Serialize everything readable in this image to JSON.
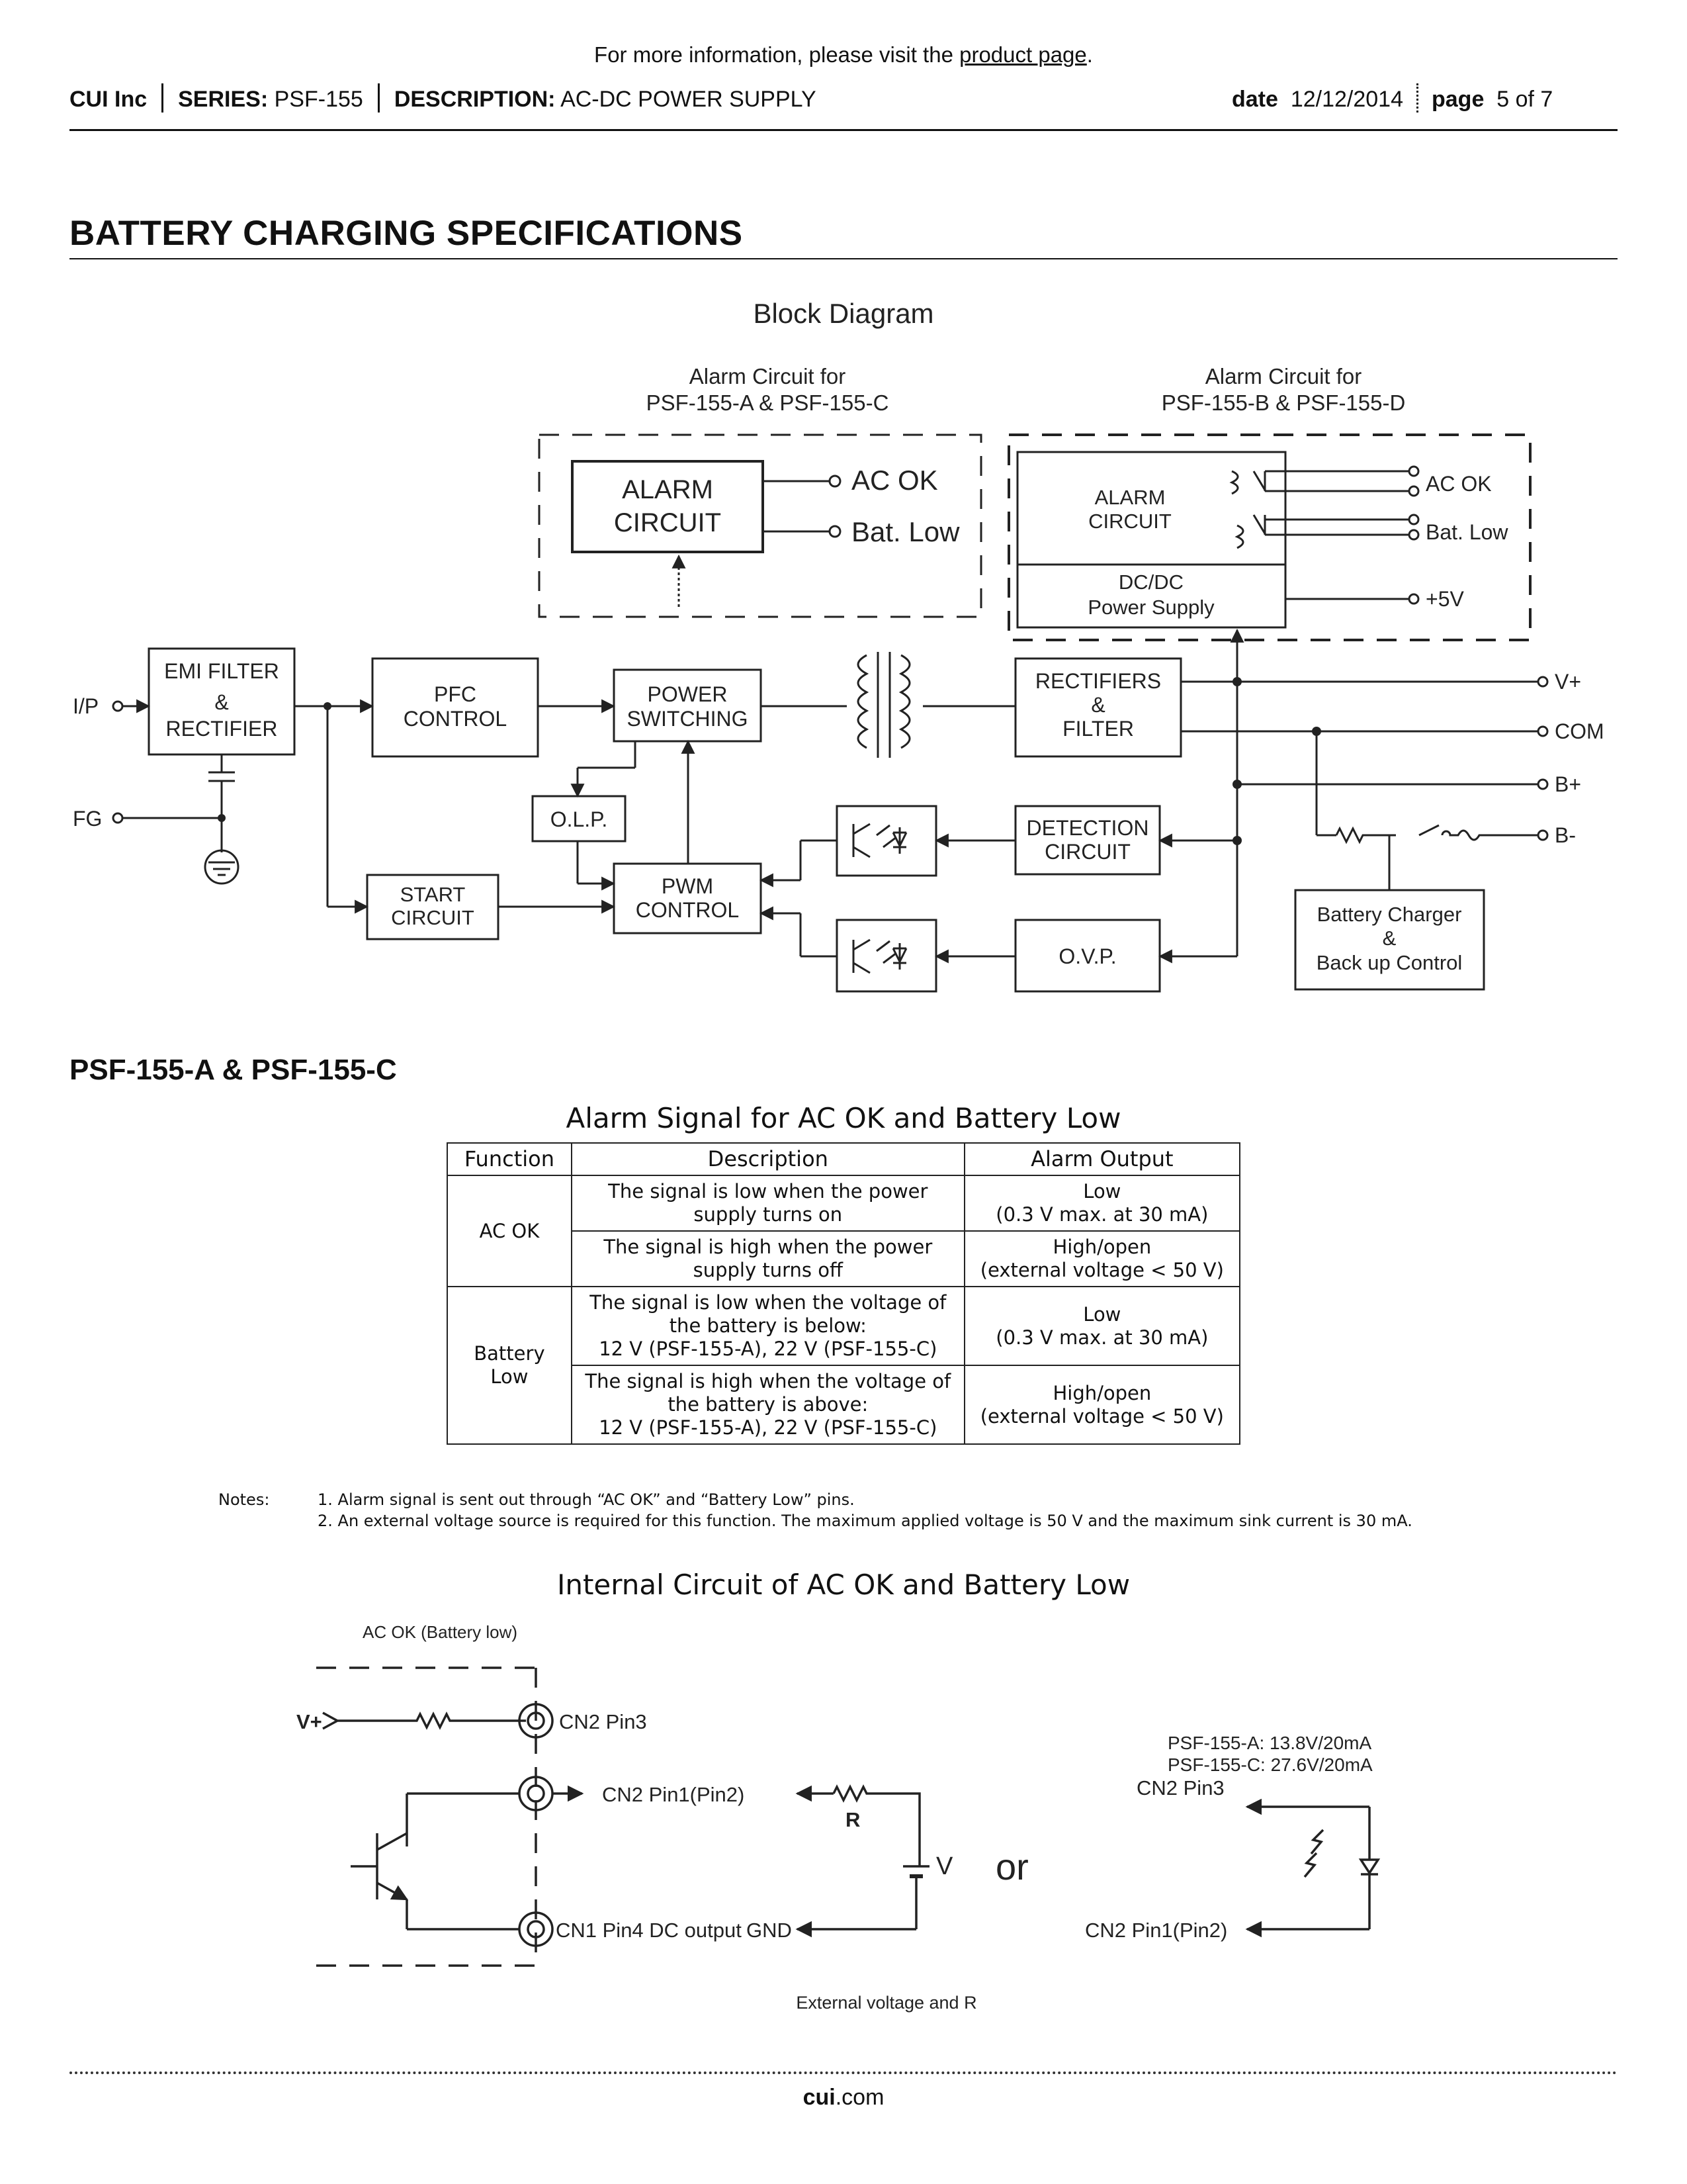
{
  "top_note": {
    "prefix": "For more information, please visit the ",
    "link": "product page",
    "suffix": "."
  },
  "header": {
    "company": "CUI Inc",
    "series_label": "SERIES:",
    "series": "PSF-155",
    "desc_label": "DESCRIPTION:",
    "desc": "AC-DC POWER SUPPLY",
    "date_label": "date",
    "date": "12/12/2014",
    "page_label": "page",
    "page": "5 of 7"
  },
  "section_title": "BATTERY CHARGING SPECIFICATIONS",
  "block_diagram": {
    "title": "Block Diagram",
    "alarm_ac_title_1": "Alarm Circuit for",
    "alarm_ac_title_2": "PSF-155-A & PSF-155-C",
    "alarm_bd_title_1": "Alarm Circuit for",
    "alarm_bd_title_2": "PSF-155-B & PSF-155-D",
    "alarm_circuit_1": "ALARM",
    "alarm_circuit_2": "CIRCUIT",
    "ac_ok": "AC OK",
    "bat_low": "Bat. Low",
    "dcdc_1": "DC/DC",
    "dcdc_2": "Power Supply",
    "plus5v": "+5V",
    "ip": "I/P",
    "fg": "FG",
    "emi_1": "EMI FILTER",
    "emi_2": "&",
    "emi_3": "RECTIFIER",
    "pfc_1": "PFC",
    "pfc_2": "CONTROL",
    "ps_1": "POWER",
    "ps_2": "SWITCHING",
    "rect_1": "RECTIFIERS",
    "rect_2": "&",
    "rect_3": "FILTER",
    "olp": "O.L.P.",
    "pwm_1": "PWM",
    "pwm_2": "CONTROL",
    "start_1": "START",
    "start_2": "CIRCUIT",
    "det_1": "DETECTION",
    "det_2": "CIRCUIT",
    "ovp": "O.V.P.",
    "vplus": "V+",
    "com": "COM",
    "bplus": "B+",
    "bminus": "B-",
    "charger_1": "Battery Charger",
    "charger_2": "&",
    "charger_3": "Back up Control"
  },
  "subhead": "PSF-155-A & PSF-155-C",
  "table": {
    "caption": "Alarm Signal for AC OK and Battery Low",
    "headers": [
      "Function",
      "Description",
      "Alarm Output"
    ],
    "groups": [
      {
        "function": "AC OK",
        "rows": [
          {
            "description": [
              "The signal is low when the power",
              "supply turns on"
            ],
            "output": [
              "Low",
              "(0.3 V max. at 30 mA)"
            ]
          },
          {
            "description": [
              "The signal is high when the power",
              "supply turns off"
            ],
            "output": [
              "High/open",
              "(external voltage < 50 V)"
            ]
          }
        ]
      },
      {
        "function": [
          "Battery",
          "Low"
        ],
        "rows": [
          {
            "description": [
              "The signal is low when the voltage of",
              "the battery is below:",
              "12 V (PSF-155-A), 22 V (PSF-155-C)"
            ],
            "output": [
              "Low",
              "(0.3 V max. at 30 mA)"
            ]
          },
          {
            "description": [
              "The signal is high when the voltage of",
              "the battery is above:",
              "12 V (PSF-155-A), 22 V (PSF-155-C)"
            ],
            "output": [
              "High/open",
              "(external voltage < 50 V)"
            ]
          }
        ]
      }
    ]
  },
  "notes": {
    "label": "Notes:",
    "items": [
      "1. Alarm signal is sent out through “AC OK” and “Battery Low” pins.",
      "2. An external voltage source is required for this function. The maximum applied voltage is 50 V and the maximum sink current is 30 mA."
    ]
  },
  "internal": {
    "caption": "Internal Circuit of AC OK and Battery Low",
    "ac_ok_label": "AC OK (Battery low)",
    "vplus": "V+",
    "cn2_pin3": "CN2 Pin3",
    "cn2_pin1": "CN2 Pin1(Pin2)",
    "cn1_pin4": "CN1 Pin4 DC output",
    "gnd": "GND",
    "r": "R",
    "v": "V",
    "or": "or",
    "psf_a": "PSF-155-A: 13.8V/20mA",
    "psf_c": "PSF-155-C: 27.6V/20mA",
    "cn2_pin3_right": "CN2 Pin3",
    "cn2_pin1_right": "CN2 Pin1(Pin2)",
    "ext_caption": "External voltage and R"
  },
  "footer": {
    "bold": "cui",
    "rest": ".com"
  }
}
